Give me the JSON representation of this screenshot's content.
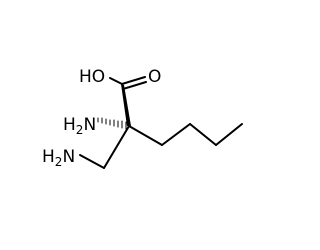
{
  "molecule": {
    "atoms": {
      "hydroxyl": "HO",
      "carbonyl_oxygen": "O",
      "alpha_amino": "H2N",
      "aminomethyl": "H2N"
    },
    "colors": {
      "bond": "#000000",
      "text": "#000000",
      "background": "#ffffff"
    }
  }
}
